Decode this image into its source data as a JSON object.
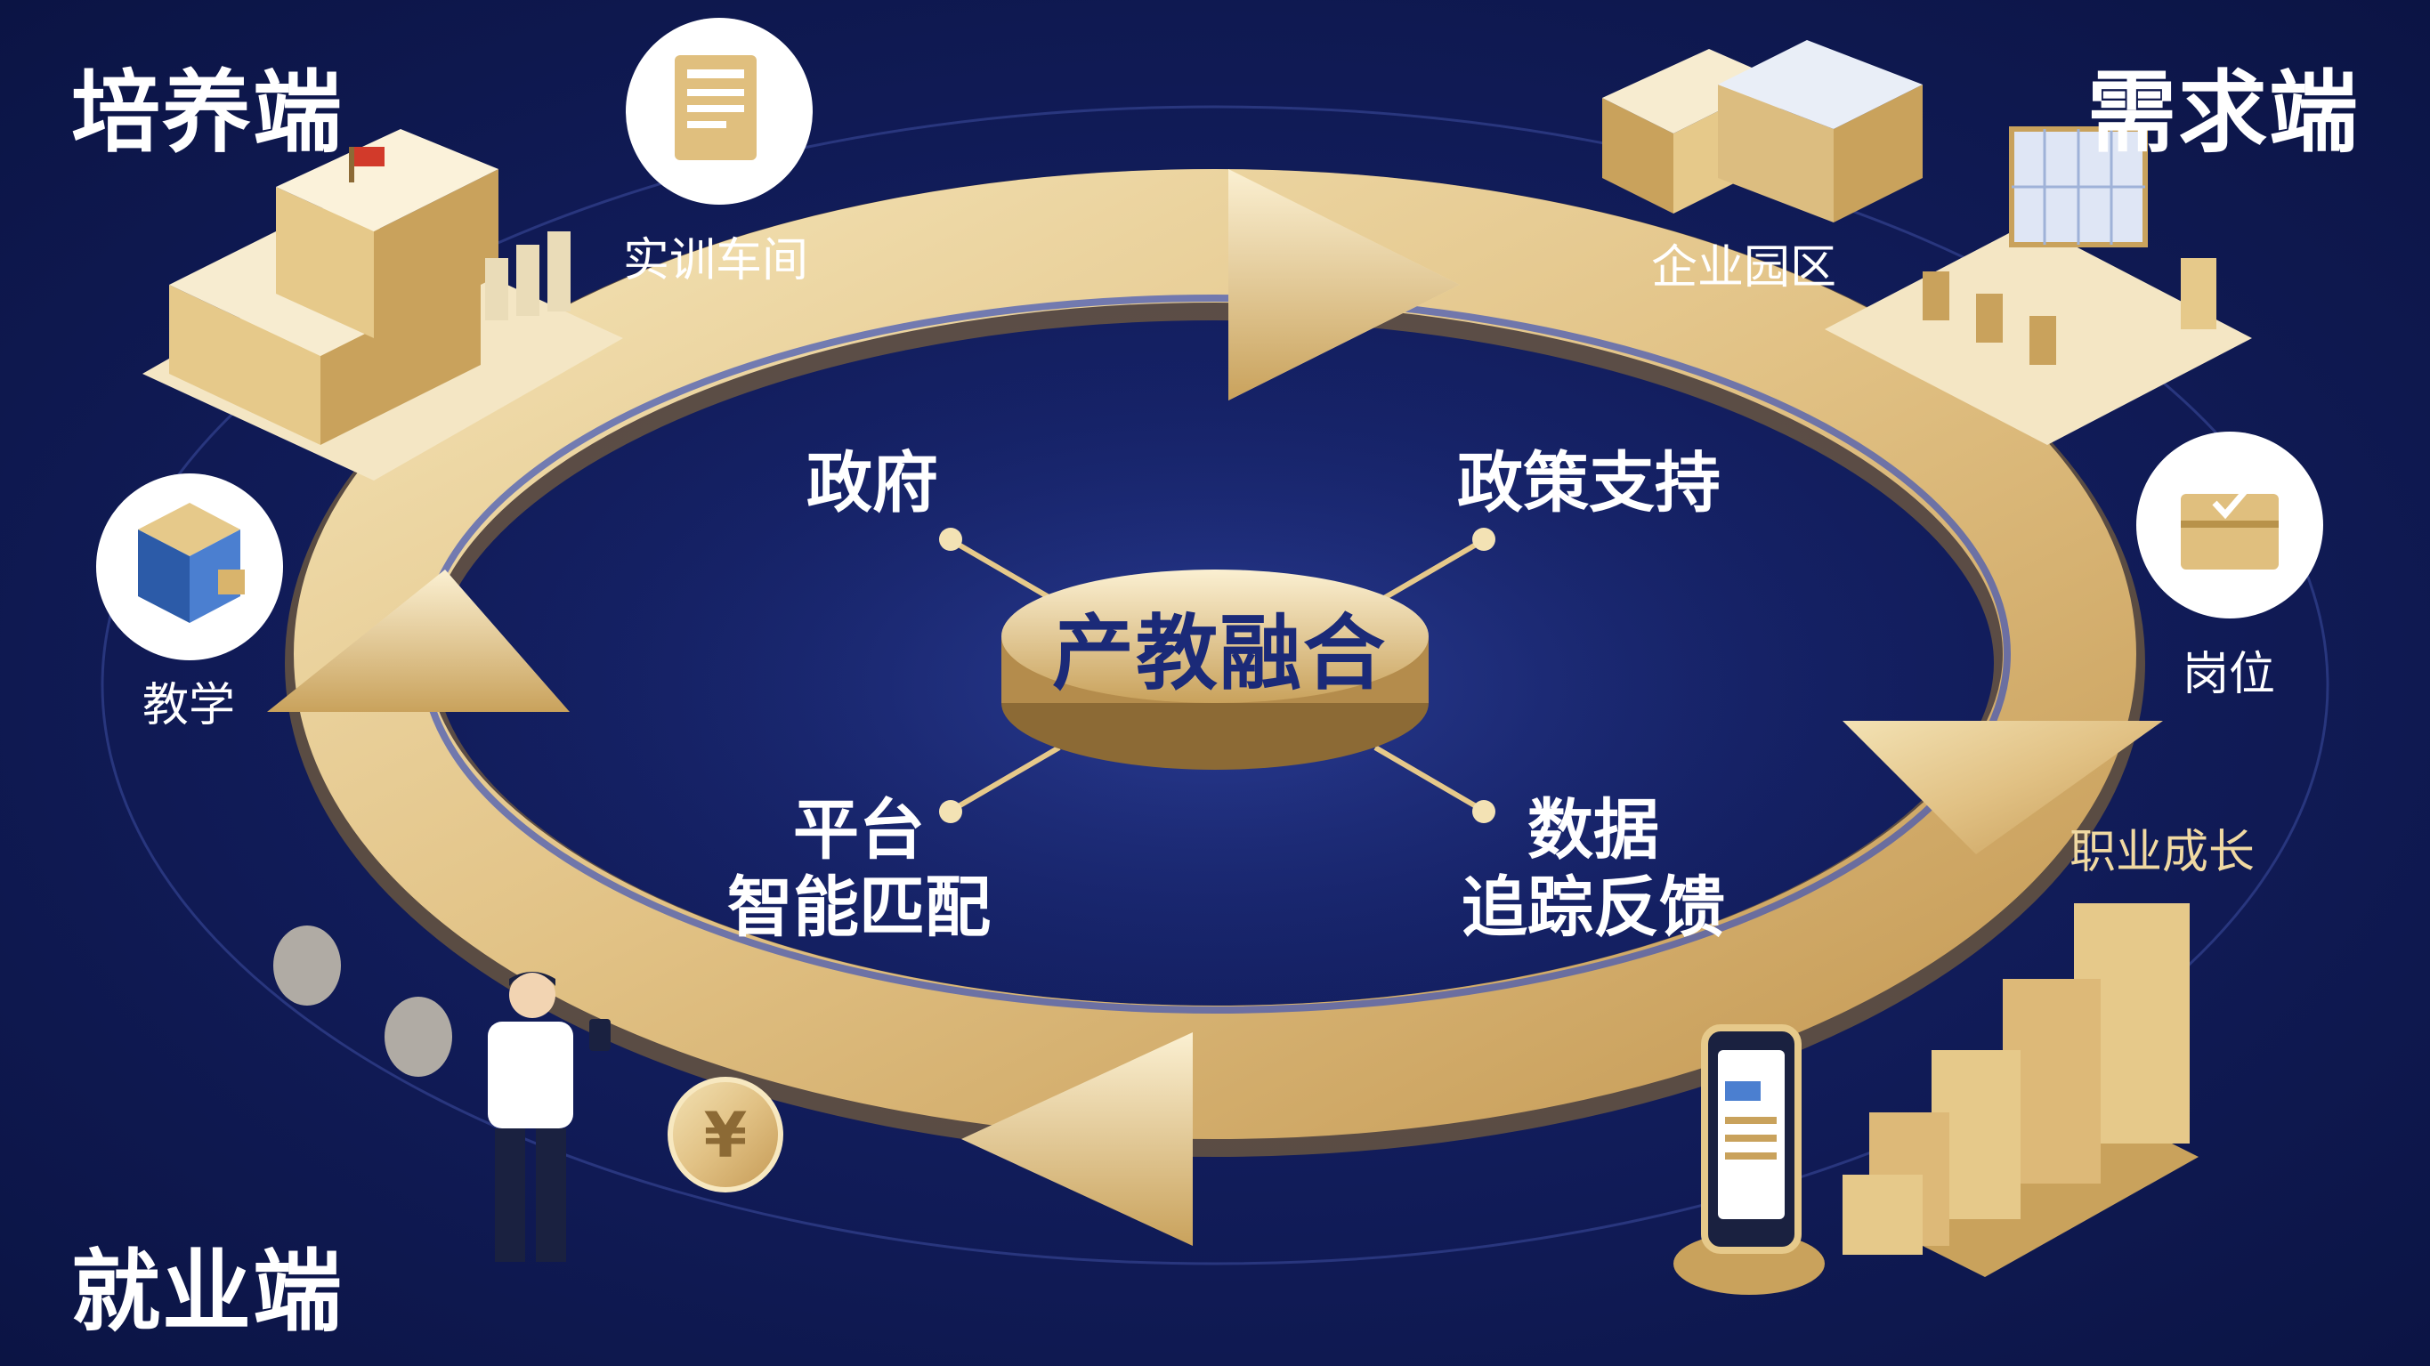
{
  "corners": {
    "top_left": "培养端",
    "top_right": "需求端",
    "bottom_left": "就业端"
  },
  "center": {
    "label": "产教融合"
  },
  "spokes": {
    "top_left": "政府",
    "top_right": "政策支持",
    "bottom_left_line1": "平台",
    "bottom_left_line2": "智能匹配",
    "bottom_right_line1": "数据",
    "bottom_right_line2": "追踪反馈"
  },
  "nodes": {
    "training_workshop": "实训车间",
    "teaching": "教学",
    "enterprise_park": "企业园区",
    "position": "岗位",
    "career_growth": "职业成长"
  },
  "icons": {
    "training_workshop": "document-icon",
    "teaching": "box-icon",
    "position": "briefcase-icon",
    "money": "yuan-coin-icon",
    "phone": "smartphone-icon",
    "growth": "staircase-bars-icon",
    "school": "school-building-icon",
    "factory": "factory-icon",
    "office": "office-building-icon",
    "person": "person-with-phone-icon"
  },
  "colors": {
    "background": "#121d5c",
    "gold": "#e6c98a",
    "gold_dark": "#b8924a",
    "text": "#ffffff"
  }
}
